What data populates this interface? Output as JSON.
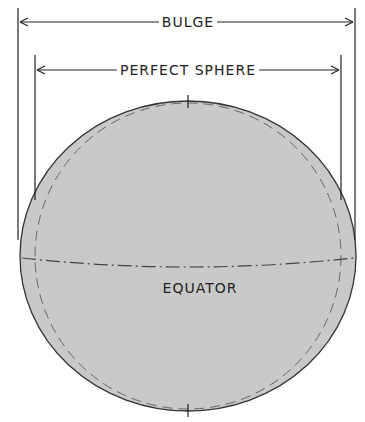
{
  "diagram": {
    "nodes": [
      {
        "text": [
          "EQUATOR"
        ]
      }
    ],
    "labels": [
      "BULGE",
      "PERFECT SPHERE"
    ]
  }
}
